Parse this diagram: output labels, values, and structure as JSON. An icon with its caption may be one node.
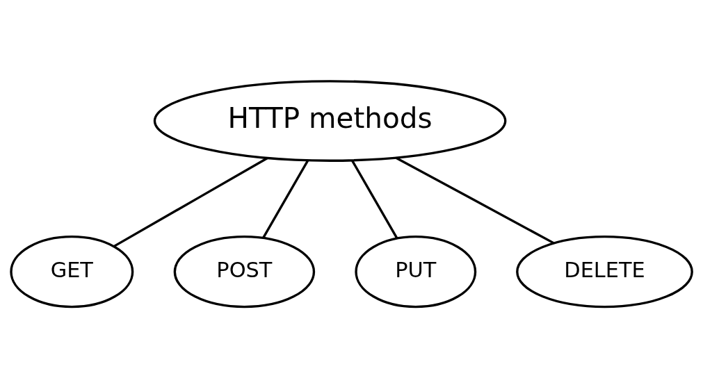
{
  "diagram": {
    "nodes": [
      {
        "text": [
          "HTTP methods"
        ]
      },
      {
        "text": [
          "GET"
        ]
      },
      {
        "text": [
          "POST"
        ]
      },
      {
        "text": [
          "PUT"
        ]
      },
      {
        "text": [
          "DELETE"
        ]
      }
    ],
    "edges": [
      {
        "from": 0,
        "to": 1,
        "arrow": "none"
      },
      {
        "from": 0,
        "to": 2,
        "arrow": "none"
      },
      {
        "from": 0,
        "to": 3,
        "arrow": "none"
      },
      {
        "from": 0,
        "to": 4,
        "arrow": "none"
      }
    ]
  }
}
